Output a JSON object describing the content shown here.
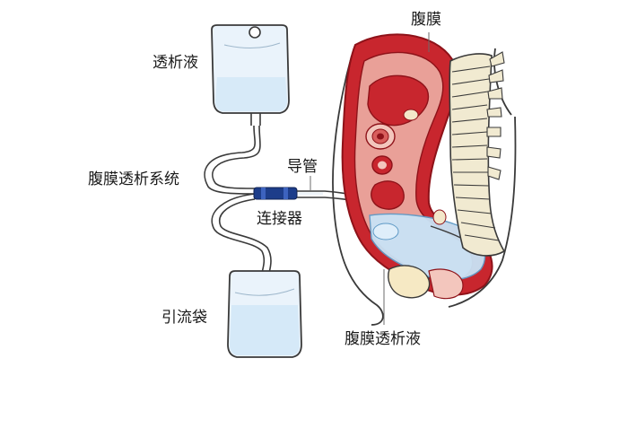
{
  "labels": {
    "dialysate": "透析液",
    "pd_system": "腹膜透析系统",
    "catheter": "导管",
    "connector": "连接器",
    "drain_bag": "引流袋",
    "peritoneum": "腹膜",
    "pd_fluid": "腹膜透析液"
  },
  "colors": {
    "outline": "#3a3a3a",
    "bag_fill": "#eaf3fb",
    "fluid_fill": "#c9e3f6",
    "tissue_red": "#c8262e",
    "tissue_dark": "#8e1219",
    "tissue_light": "#e9a098",
    "spine": "#f1ead1",
    "skin": "#ffffff",
    "connector": "#1d3d8a"
  }
}
